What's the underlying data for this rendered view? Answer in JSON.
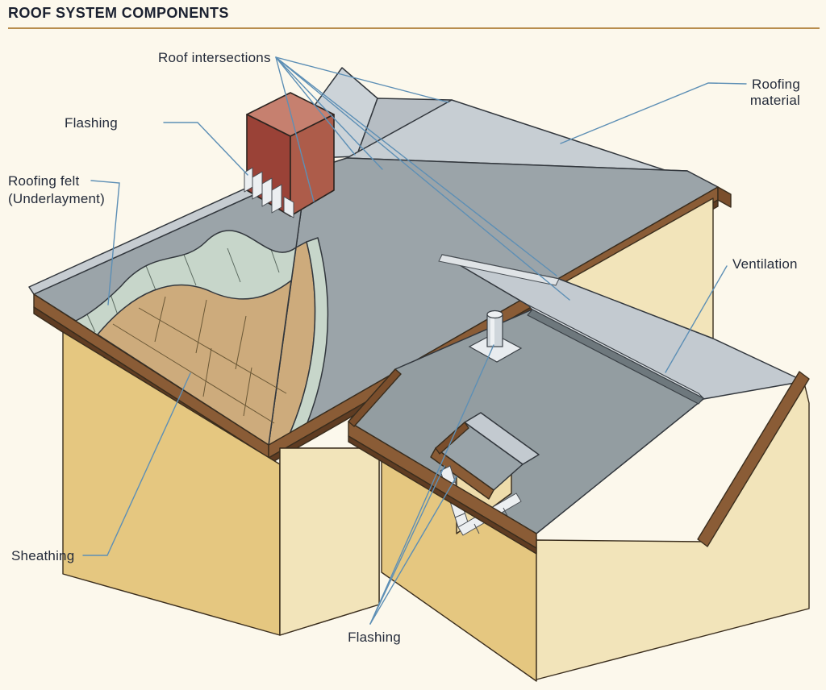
{
  "header": {
    "title": "ROOF SYSTEM COMPONENTS"
  },
  "labels": {
    "roof_intersections": "Roof intersections",
    "roofing_material": [
      "Roofing",
      "material"
    ],
    "flashing_top": "Flashing",
    "roofing_felt": [
      "Roofing felt",
      "(Underlayment)"
    ],
    "ventilation": "Ventilation",
    "sheathing": "Sheathing",
    "flashing_bottom": "Flashing"
  },
  "colors": {
    "background": "#fcf8ec",
    "title_text": "#1b2130",
    "title_rule": "#b88d4d",
    "label_text": "#242b3a",
    "leader_blue": "#5d8fb5",
    "roofing_material_gray": "#9ba4a9",
    "roof_far_light_gray": "#c7ced3",
    "attached_roof_gray": "#939da1",
    "felt_green": "#c7d6ca",
    "sheathing_tan": "#cdab7c",
    "fascia_brown": "#8a5c36",
    "wall_tan_shaded": "#e5c780",
    "wall_tan_lit": "#f2e4ba",
    "chimney_red": "#9a4237",
    "flashing_white": "#eceff1"
  }
}
